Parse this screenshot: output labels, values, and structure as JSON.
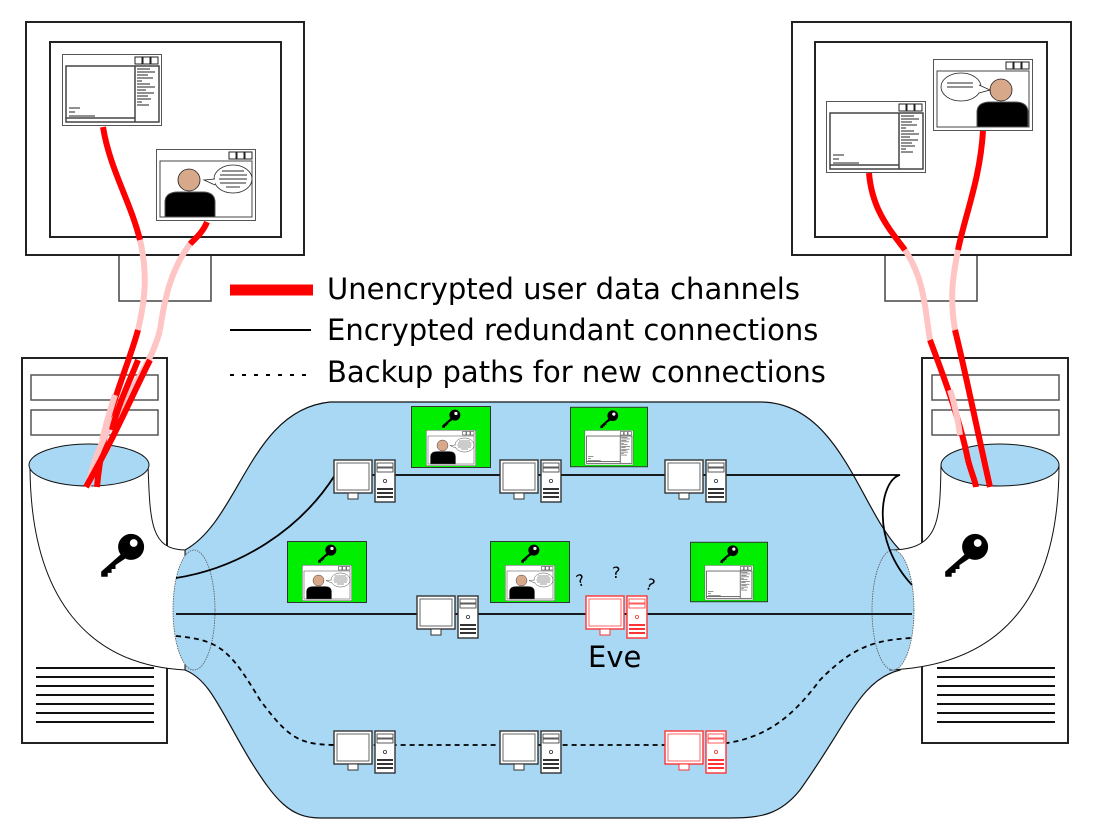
{
  "legend": {
    "items": [
      {
        "label": "Unencrypted user data channels",
        "style": "thick-red"
      },
      {
        "label": "Encrypted redundant connections",
        "style": "solid-black"
      },
      {
        "label": "Backup paths for new connections",
        "style": "dotted-black"
      }
    ]
  },
  "labels": {
    "eavesdropper": "Eve",
    "question_mark": "?"
  },
  "colors": {
    "user_channel": "#ff0000",
    "network_fill": "#a9d8f5",
    "encrypted_packet_bg": "#00ee00",
    "eavesdropper": "#ff0000",
    "avatar_skin": "#d8a88a"
  },
  "nodes": {
    "encrypted_top_row": [
      "video-chat-window",
      "terminal-window"
    ],
    "encrypted_middle_row": [
      "video-chat-window",
      "video-chat-window",
      "terminal-window"
    ],
    "relay_top_row_count": 3,
    "relay_middle_row": [
      "relay",
      "eavesdropper"
    ],
    "relay_backup_row": [
      "relay",
      "relay",
      "eavesdropper"
    ]
  },
  "icons": {
    "key": "key-icon",
    "computer": "desktop-computer-icon",
    "monitor": "monitor-icon",
    "server": "server-tower-icon"
  }
}
